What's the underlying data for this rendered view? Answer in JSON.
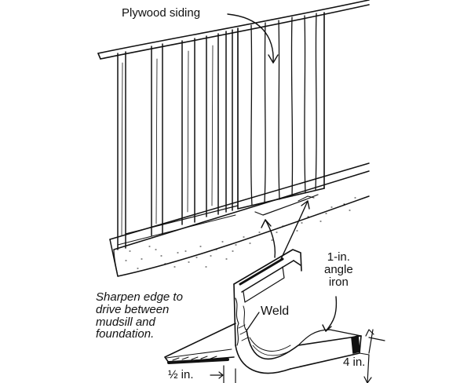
{
  "labels": {
    "siding": "Plywood siding",
    "sharpen": [
      "Sharpen edge to",
      "drive between",
      "mudsill and",
      "foundation."
    ],
    "weld": "Weld",
    "angle_iron": [
      "1-in.",
      "angle",
      "iron"
    ],
    "half_inch": "½ in.",
    "four_inch": "4 in."
  },
  "colors": {
    "ink": "#111111",
    "paper": "#ffffff"
  }
}
